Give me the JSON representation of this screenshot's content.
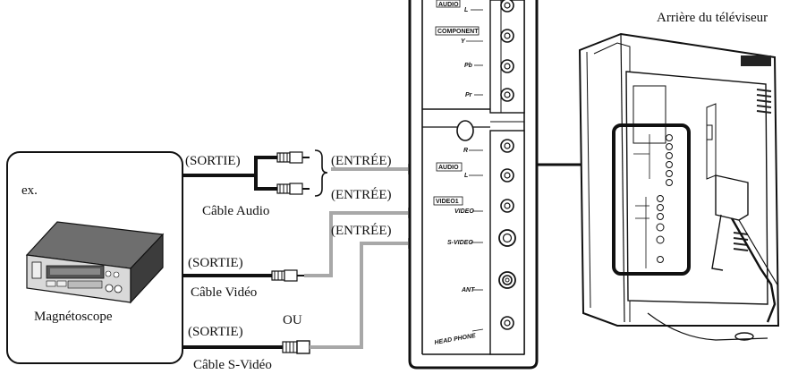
{
  "labels": {
    "tv_back": "Arrière du téléviseur",
    "example": "ex.",
    "vcr": "Magnétoscope",
    "or": "OU",
    "out_audio": "(SORTIE)",
    "out_video": "(SORTIE)",
    "out_svideo": "(SORTIE)",
    "in_audio": "(ENTRÉE)",
    "in_video": "(ENTRÉE)",
    "in_svideo": "(ENTRÉE)",
    "cable_audio": "Câble Audio",
    "cable_video": "Câble Vidéo",
    "cable_svideo": "Câble S-Vidéo"
  },
  "panel": {
    "audio_top": "AUDIO",
    "l_top": "L",
    "component": "COMPONENT",
    "y": "Y",
    "pb": "Pb",
    "pr": "Pr",
    "r": "R",
    "audio": "AUDIO",
    "l": "L",
    "video1": "VIDEO1",
    "video": "VIDEO",
    "svideo": "S-VIDEO",
    "ant": "ANT",
    "headphone": "HEAD PHONE"
  }
}
